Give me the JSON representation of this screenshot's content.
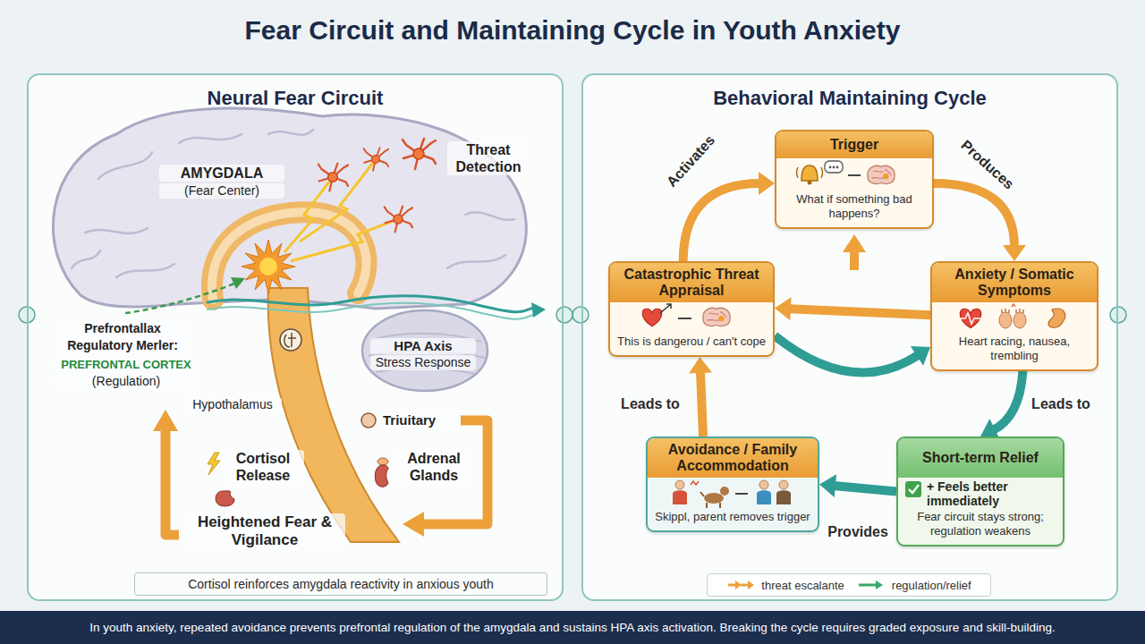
{
  "diagram": {
    "title": "Fear Circuit and Maintaining Cycle in Youth Anxiety",
    "caption": "In youth anxiety, repeated avoidance prevents prefrontal regulation of the amygdala and sustains HPA axis activation. Breaking the cycle requires graded exposure and skill-building.",
    "nodes": [
      {
        "text": [
          "Neural Fear Circuit"
        ]
      },
      {
        "text": [
          "Cortisol reinforces amygdala reactivity in anxious youth"
        ],
        "in": 0
      },
      {
        "text": [
          "Behavioral Maintaining Cycle"
        ]
      },
      {
        "text": [
          "Trigger",
          "What if something bad happens?"
        ],
        "in": 2
      },
      {
        "text": [
          "Catastrophic Threat Appraisal",
          "This is dangerou / can't cope"
        ],
        "in": 2
      },
      {
        "text": [
          "Anxiety / Somatic Symptoms",
          "Heart racing, nausea, trembling"
        ],
        "in": 2
      },
      {
        "text": [
          "Avoidance / Family Accommodation",
          "Skippl, parent removes trigger"
        ],
        "in": 2
      },
      {
        "text": [
          "Short-term Relief",
          "+ Feels better immediately",
          "Fear circuit stays strong; regulation weakens"
        ],
        "in": 2
      }
    ],
    "edges": [
      {
        "from": 3,
        "to": 5,
        "arrow": "to",
        "label": "Produces"
      },
      {
        "from": 5,
        "to": 7,
        "arrow": "to",
        "label": "Leads to"
      },
      {
        "from": 7,
        "to": 6,
        "arrow": "to",
        "label": "Provides"
      },
      {
        "from": 6,
        "to": 4,
        "arrow": "to",
        "label": "Leads to"
      },
      {
        "from": 4,
        "to": 3,
        "arrow": "to",
        "label": "Activates"
      },
      {
        "from": 5,
        "to": 4,
        "arrow": "to"
      },
      {
        "from": 4,
        "to": 5,
        "arrow": "to"
      }
    ],
    "labels": [
      "AMYGDALA",
      "(Fear Center)",
      "Threat Detection",
      "Prefrontallax Regulatory Merler:",
      "PREFRONTAL CORTEX",
      "(Regulation)",
      "HPA Axis",
      "Stress Response",
      "Hypothalamus",
      "Triuitary",
      "Cortisol Release",
      "Adrenal Glands",
      "Heightened Fear & Vigilance"
    ],
    "legend": [
      {
        "text": "threat escalante"
      },
      {
        "text": "regulation/relief"
      }
    ]
  }
}
